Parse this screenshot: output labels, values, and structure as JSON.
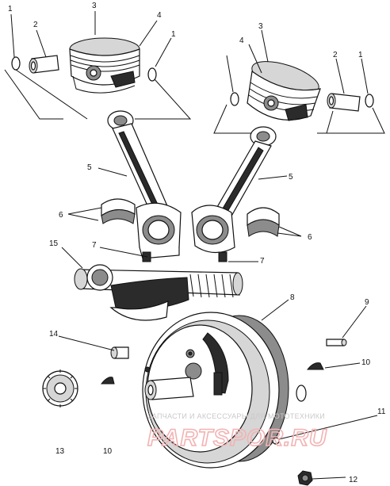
{
  "callouts": {
    "c1a": "1",
    "c2a": "2",
    "c3a": "3",
    "c4a": "4",
    "c1b": "1",
    "c3b": "3",
    "c4b": "4",
    "c2b": "2",
    "c1c": "1",
    "c5a": "5",
    "c5b": "5",
    "c6a": "6",
    "c6b": "6",
    "c15": "15",
    "c7a": "7",
    "c7b": "7",
    "c8": "8",
    "c9": "9",
    "c14": "14",
    "c10a": "10",
    "c11": "11",
    "c13": "13",
    "c10b": "10",
    "c12": "12"
  },
  "watermark": {
    "caption": "ЗАПЧАСТИ И АКСЕССУАРЫ ДЛЯ МОТОТЕХНИКИ",
    "brand": "PARTSPOR.RU"
  }
}
